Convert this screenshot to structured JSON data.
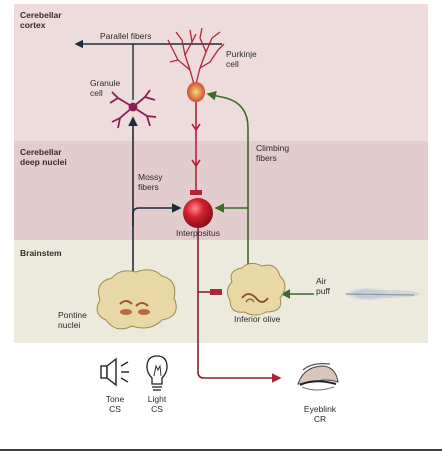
{
  "regions": {
    "cortex": "Cerebellar\ncortex",
    "deep_nuclei": "Cerebellar\ndeep nuclei",
    "brainstem": "Brainstem"
  },
  "labels": {
    "parallel_fibers": "Parallel fibers",
    "purkinje_cell": "Purkinje\ncell",
    "granule_cell": "Granule\ncell",
    "climbing_fibers": "Climbing\nfibers",
    "mossy_fibers": "Mossy\nfibers",
    "interpositus": "Interpositus",
    "pontine_nuclei": "Pontine\nnuclei",
    "inferior_olive": "Inferior olive",
    "air_puff": "Air\npuff",
    "tone_cs": "Tone\nCS",
    "light_cs": "Light\nCS",
    "eyeblink_cr": "Eyeblink\nCR"
  },
  "colors": {
    "cortex_bg": "#eedcdc",
    "deep_nuclei_bg": "#e3cccd",
    "brainstem_bg": "#eceadc",
    "purkinje": "#b0243a",
    "climbing": "#3d6b2a",
    "mossy": "#1f2c3a",
    "nucleus_fill": "#e8d8a6"
  },
  "icons": {
    "speaker": "speaker-icon",
    "bulb": "lightbulb-icon",
    "eye": "eye-icon",
    "puff": "air-puff-icon"
  }
}
